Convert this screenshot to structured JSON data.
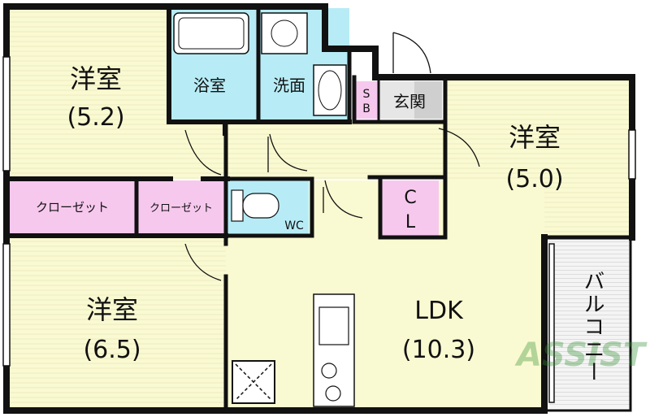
{
  "rooms": {
    "bedroom_1": {
      "name": "洋室",
      "size": "(5.2)"
    },
    "bedroom_2": {
      "name": "洋室",
      "size": "(5.0)"
    },
    "bedroom_3": {
      "name": "洋室",
      "size": "(6.5)"
    },
    "ldk": {
      "name": "LDK",
      "size": "(10.3)"
    },
    "bath": {
      "name": "浴室"
    },
    "washroom": {
      "name": "洗面"
    },
    "entrance": {
      "name": "玄関"
    },
    "shoe_box": {
      "name": "S\nB",
      "line1": "S",
      "line2": "B"
    },
    "closet_1": {
      "name": "クローゼット"
    },
    "closet_2": {
      "name": "クローゼット"
    },
    "cl": {
      "line1": "C",
      "line2": "L"
    },
    "wc": {
      "name": "WC"
    },
    "balcony": {
      "name": "バルコニー"
    }
  },
  "watermark": {
    "text": "ASSIST"
  },
  "colors": {
    "room_fill": "#fafad2",
    "wet_fill": "#b7ecf6",
    "storage_fill": "#f7c8ee",
    "wall": "#111111",
    "watermark": "#2e8b2e",
    "balcony_fill": "#f3f3f3"
  }
}
